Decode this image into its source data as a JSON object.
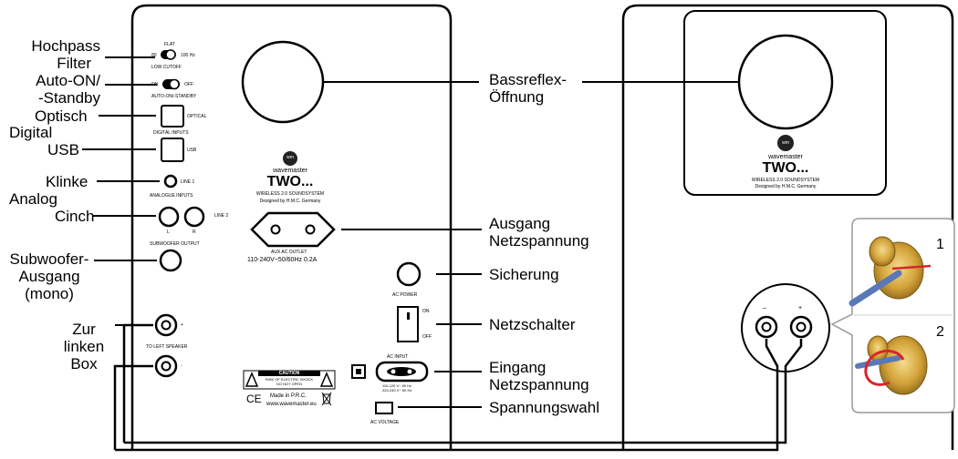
{
  "colors": {
    "ink": "#000000",
    "panel_bg": "#ffffff",
    "arrow_red": "#d8262b",
    "gold": "#c99a2e",
    "screwdriver_blue": "#5a78b8"
  },
  "callouts": {
    "hochpass": [
      "Hochpass",
      "Filter"
    ],
    "auto_on": [
      "Auto-ON/",
      "-Standby"
    ],
    "optisch": "Optisch",
    "digital": "Digital",
    "usb": "USB",
    "klinke": "Klinke",
    "analog": "Analog",
    "cinch": "Cinch",
    "subwoofer": [
      "Subwoofer-",
      "Ausgang",
      "(mono)"
    ],
    "zur_linken_box": [
      "Zur",
      "linken",
      "Box"
    ],
    "bassreflex": [
      "Bassreflex-",
      "Öffnung"
    ],
    "ausgang_netz": [
      "Ausgang",
      "Netzspannung"
    ],
    "sicherung": "Sicherung",
    "netzschalter": "Netzschalter",
    "eingang_netz": [
      "Eingang",
      "Netzspannung"
    ],
    "spannungswahl": "Spannungswahl"
  },
  "panel_text": {
    "flat": "FLAT",
    "hz80": "80",
    "hz100": "100 Hz",
    "low_cutoff": "LOW CUTOFF",
    "on": "ON",
    "off": "OFF",
    "auto_standby": "AUTO-ON/-STANDBY",
    "optical": "OPTICAL",
    "digital_inputs": "DIGITAL INPUTS",
    "usb": "USB",
    "line1": "LINE 1",
    "analogue_inputs": "ANALOGUE INPUTS",
    "line2": "LINE 2",
    "l": "L",
    "r": "R",
    "subwoofer_output": "SUBWOOFER OUTPUT",
    "plus": "+",
    "minus": "-",
    "to_left_speaker": "TO LEFT SPEAKER",
    "brand_name": "wavemaster",
    "model": "TWO...",
    "soundsystem": "WIRELESS 2.0 SOUNDSYSTEM",
    "designed": "Designed by H.M.C. Germany",
    "aux_outlet": "AUX AC OUTLET",
    "aux_rating": "110-240V~50/60Hz 0.2A",
    "ac_power": "AC POWER",
    "sw_on": "ON",
    "sw_off": "OFF",
    "ac_input": "AC INPUT",
    "input_rating_1": "110-120 V~ 60 Hz",
    "input_rating_2": "220-240 V~ 50 Hz",
    "ac_voltage": "AC VOLTAGE",
    "caution": "CAUTION",
    "caution_sub_1": "RISK OF ELECTRIC SHOCK",
    "caution_sub_2": "DO NOT OPEN",
    "made_in": "Made in P.R.C.",
    "website": "www.wavemaster.eu",
    "ce": "CE",
    "logo_wm": "wm"
  },
  "right_box": {
    "brand_name": "wavemaster",
    "model": "TWO...",
    "soundsystem": "WIRELESS 2.0 SOUNDSYSTEM",
    "designed": "Designed by H.M.C. Germany",
    "logo_wm": "wm",
    "minus": "–",
    "plus": "+"
  },
  "inset_steps": [
    "1",
    "2"
  ]
}
